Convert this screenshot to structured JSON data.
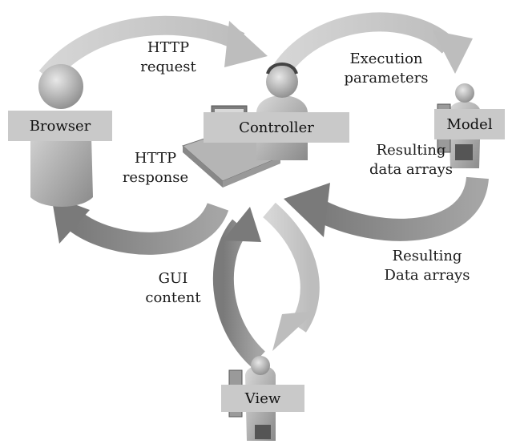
{
  "nodes": {
    "browser": "Browser",
    "controller": "Controller",
    "model": "Model",
    "view": "View"
  },
  "edges": {
    "http_request": [
      "HTTP",
      "request"
    ],
    "http_response": [
      "HTTP",
      "response"
    ],
    "execution_parameters": [
      "Execution",
      "parameters"
    ],
    "resulting_data_arrays_model": [
      "Resulting",
      "data arrays"
    ],
    "resulting_data_arrays_controller": [
      "Resulting",
      "Data arrays"
    ],
    "gui_content": [
      "GUI",
      "content"
    ]
  },
  "colors": {
    "arrow": "#c4c4c4",
    "arrow_dark": "#8f8f8f",
    "label_box": "#c9c9c9",
    "person": "#a9a9a9"
  }
}
